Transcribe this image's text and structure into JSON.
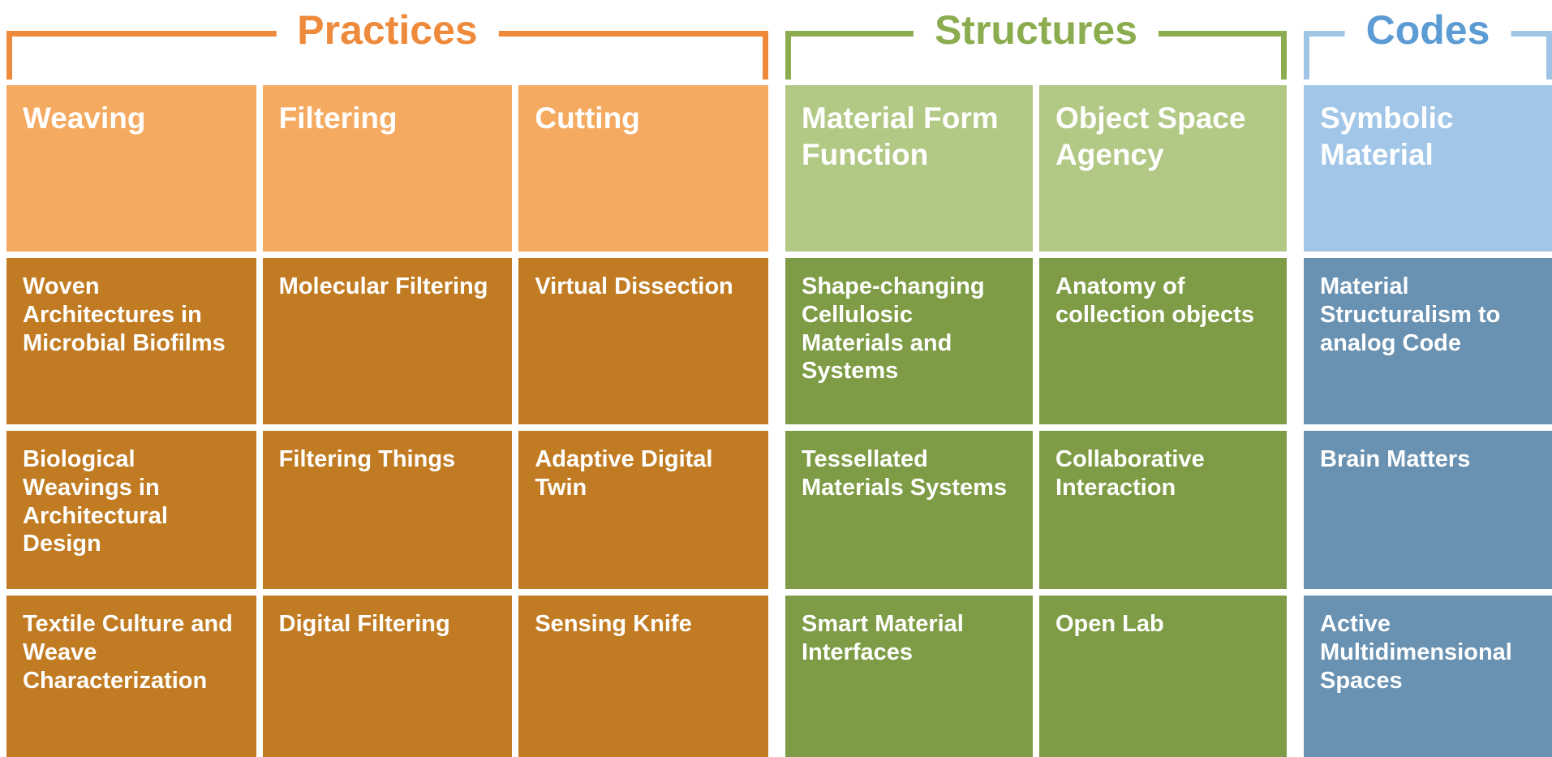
{
  "groups": [
    {
      "title": "Practices",
      "colors": {
        "accent": "#EE8A3B",
        "bracket": "#EE8A3B",
        "header_bg": "#F4AB61",
        "body_bg": "#C17C23"
      },
      "columns": [
        {
          "header": "Weaving",
          "items": [
            "Woven Architectures in Microbial Biofilms",
            "Biological Weavings in Architectural Design",
            "Textile Culture and Weave Characterization"
          ]
        },
        {
          "header": "Filtering",
          "items": [
            "Molecular Filtering",
            "Filtering Things",
            "Digital Filtering"
          ]
        },
        {
          "header": "Cutting",
          "items": [
            "Virtual Dissection",
            "Adaptive Digital Twin",
            "Sensing Knife"
          ]
        }
      ]
    },
    {
      "title": "Structures",
      "colors": {
        "accent": "#8BAC4F",
        "bracket": "#8BAC4F",
        "header_bg": "#B2C885",
        "body_bg": "#7E9C45"
      },
      "columns": [
        {
          "header": "Material Form Function",
          "items": [
            "Shape-changing Cellulosic Materials and Systems",
            "Tessellated Materials Systems",
            "Smart Material Interfaces"
          ]
        },
        {
          "header": "Object Space Agency",
          "items": [
            "Anatomy of collection objects",
            "Collaborative Interaction",
            "Open Lab"
          ]
        }
      ]
    },
    {
      "title": "Codes",
      "colors": {
        "accent": "#5C9BD3",
        "bracket": "#9FC4E6",
        "header_bg": "#A2C6E7",
        "body_bg": "#6991B1"
      },
      "columns": [
        {
          "header": "Symbolic Material",
          "items": [
            "Material Structuralism to analog Code",
            "Brain Matters",
            "Active Multidimensional Spaces"
          ]
        }
      ]
    }
  ]
}
